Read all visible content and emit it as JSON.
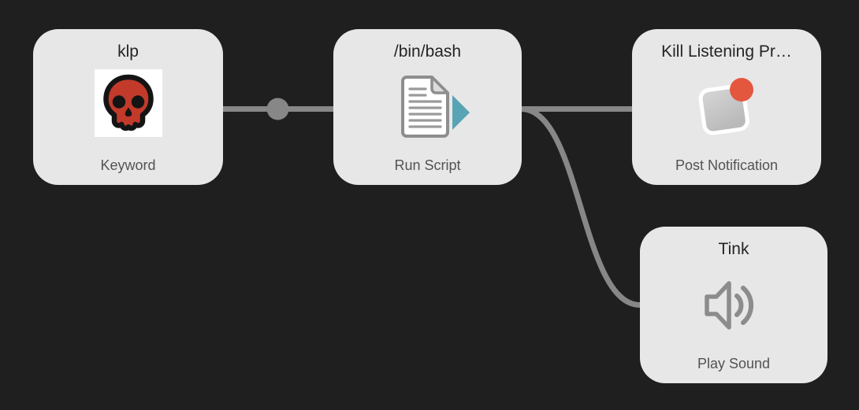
{
  "canvas": {
    "background": "#1f1f1f"
  },
  "nodes": [
    {
      "title": "klp",
      "subtitle": "Keyword",
      "icon": "skull-icon"
    },
    {
      "title": "/bin/bash",
      "subtitle": "Run Script",
      "icon": "run-script-icon"
    },
    {
      "title": "Kill Listening Pr…",
      "subtitle": "Post Notification",
      "icon": "notification-icon"
    },
    {
      "title": "Tink",
      "subtitle": "Play Sound",
      "icon": "speaker-icon"
    }
  ],
  "connections": [
    {
      "from": "klp",
      "to": "/bin/bash",
      "style": "straight-with-dot"
    },
    {
      "from": "/bin/bash",
      "to": "Kill Listening Pr…",
      "style": "straight"
    },
    {
      "from": "/bin/bash",
      "to": "Tink",
      "style": "s-curve"
    }
  ],
  "colors": {
    "background": "#1f1f1f",
    "node_background": "#e7e7e7",
    "node_title": "#242424",
    "node_subtitle": "#535353",
    "wire": "#878787",
    "skull_red": "#c13a2a",
    "script_triangle_teal": "#58a3b4",
    "notification_badge_red": "#e4573f",
    "icon_gray": "#8c8c8c"
  }
}
